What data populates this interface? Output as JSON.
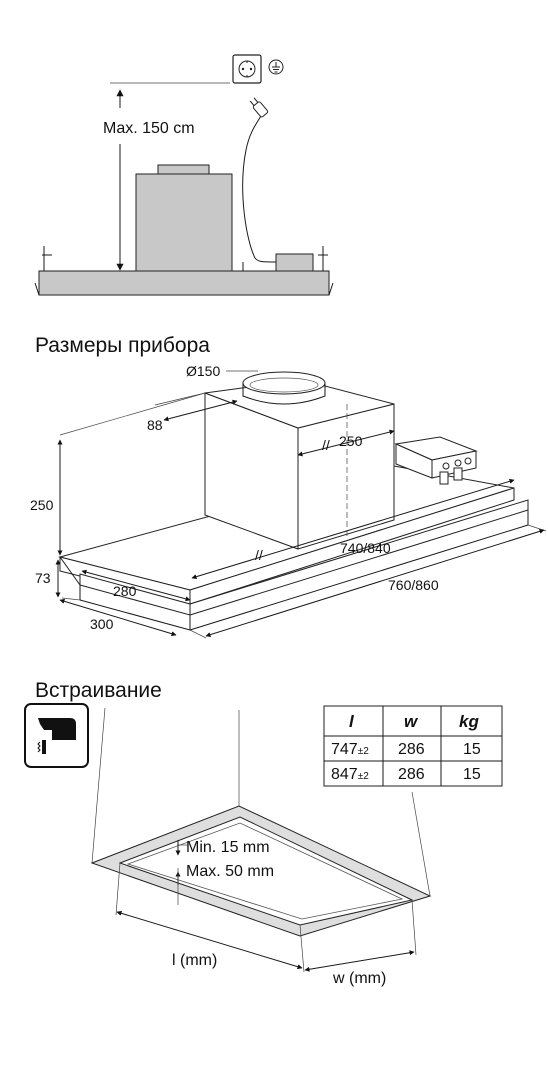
{
  "section1": {
    "height_label": "Max. 150 cm",
    "icons": [
      "socket-icon",
      "ground-icon"
    ]
  },
  "section2": {
    "heading": "Размеры прибора",
    "dims": {
      "duct_diameter": "Ø150",
      "duct_offset": "88",
      "body_depth": "250",
      "body_height": "250",
      "inner_length": "740/840",
      "frame_height": "73",
      "inner_width": "280",
      "outer_length": "760/860",
      "outer_width": "300"
    }
  },
  "section3": {
    "heading": "Встраивание",
    "icon": "jigsaw-icon",
    "table": {
      "headers": [
        "l",
        "w",
        "kg"
      ],
      "rows": [
        {
          "l": "747",
          "tol": "±2",
          "w": "286",
          "kg": "15"
        },
        {
          "l": "847",
          "tol": "±2",
          "w": "286",
          "kg": "15"
        }
      ]
    },
    "min_label": "Min. 15 mm",
    "max_label": "Max. 50 mm",
    "l_label": "l (mm)",
    "w_label": "w (mm)"
  }
}
